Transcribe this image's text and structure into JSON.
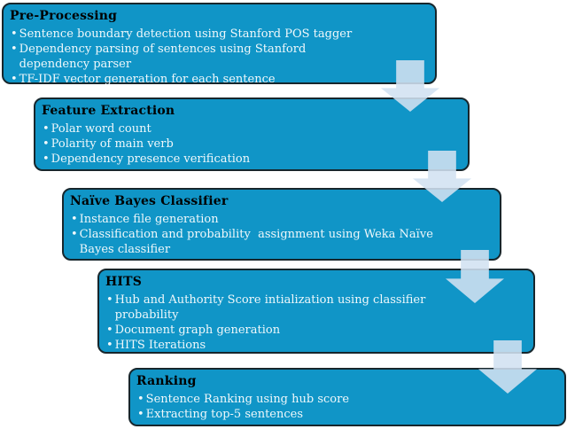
{
  "diagram": {
    "type": "staggered-process-flowchart",
    "bullet_char": "•",
    "colors": {
      "box_fill": "#1095C7",
      "box_border": "#17262C",
      "title_text": "#000000",
      "bullet_text": "#EFF8FB",
      "arrow_fill": "#D1E1F1",
      "background": "#FFFFFF"
    },
    "arrow_direction": "down",
    "boxes": [
      {
        "title": "Pre-Processing",
        "bullets": [
          "Sentence boundary detection using Stanford POS tagger",
          "Dependency parsing of sentences using Stanford\ndependency parser",
          "TF-IDF vector generation for each sentence"
        ]
      },
      {
        "title": "Feature Extraction",
        "bullets": [
          "Polar word count",
          "Polarity of main verb",
          "Dependency presence verification"
        ]
      },
      {
        "title": "Naïve Bayes Classifier",
        "bullets": [
          "Instance file generation",
          "Classification and probability  assignment using Weka Naïve\nBayes classifier"
        ]
      },
      {
        "title": "HITS",
        "bullets": [
          "Hub and Authority Score intialization using classifier\nprobability",
          "Document graph generation",
          "HITS Iterations"
        ]
      },
      {
        "title": "Ranking",
        "bullets": [
          "Sentence Ranking using hub score",
          "Extracting top-5 sentences"
        ]
      }
    ]
  }
}
